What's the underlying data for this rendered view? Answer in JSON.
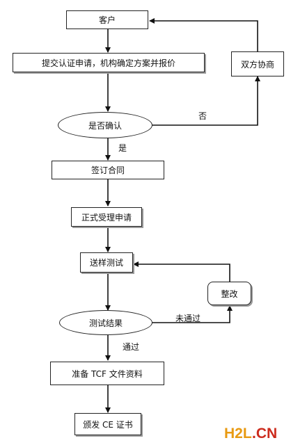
{
  "nodes": {
    "customer": "客户",
    "submit": "提交认证申请，机构确定方案并报价",
    "confirm": "是否确认",
    "negotiate": "双方协商",
    "contract": "签订合同",
    "formal_accept": "正式受理申请",
    "send_test": "送样测试",
    "rectify": "整改",
    "test_result": "测试结果",
    "prepare_tcf": "准备 TCF 文件资料",
    "issue_ce": "颁发 CE 证书"
  },
  "edges": {
    "no": "否",
    "yes": "是",
    "fail": "未通过",
    "pass": "通过"
  },
  "watermark": {
    "part1": "H2L",
    "part2": ".CN"
  }
}
